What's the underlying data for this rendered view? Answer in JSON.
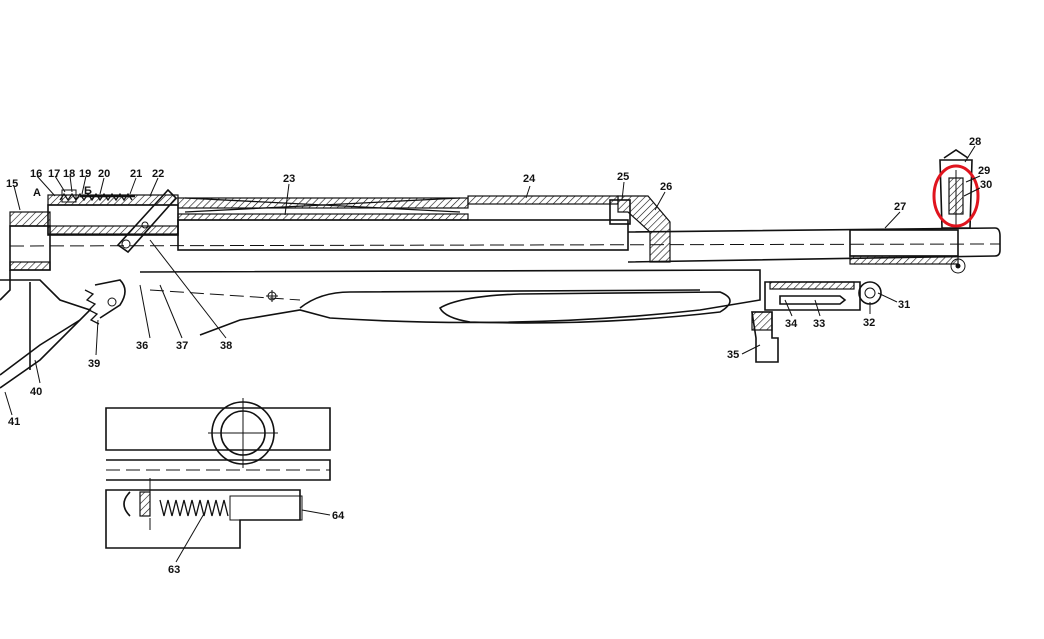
{
  "labels": {
    "l15": "15",
    "l16": "16",
    "l17": "17",
    "l18": "18",
    "l19": "19",
    "l20": "20",
    "l21": "21",
    "l22": "22",
    "lA": "А",
    "lB": "Б",
    "l23": "23",
    "l24": "24",
    "l25": "25",
    "l26": "26",
    "l27": "27",
    "l28": "28",
    "l29": "29",
    "l30": "30",
    "l31": "31",
    "l32": "32",
    "l33": "33",
    "l34": "34",
    "l35": "35",
    "l36": "36",
    "l37": "37",
    "l38": "38",
    "l39": "39",
    "l40": "40",
    "l41": "41",
    "l63": "63",
    "l64": "64"
  },
  "colors": {
    "line": "#111111",
    "highlight": "#e0141e",
    "paper": "#ffffff"
  }
}
